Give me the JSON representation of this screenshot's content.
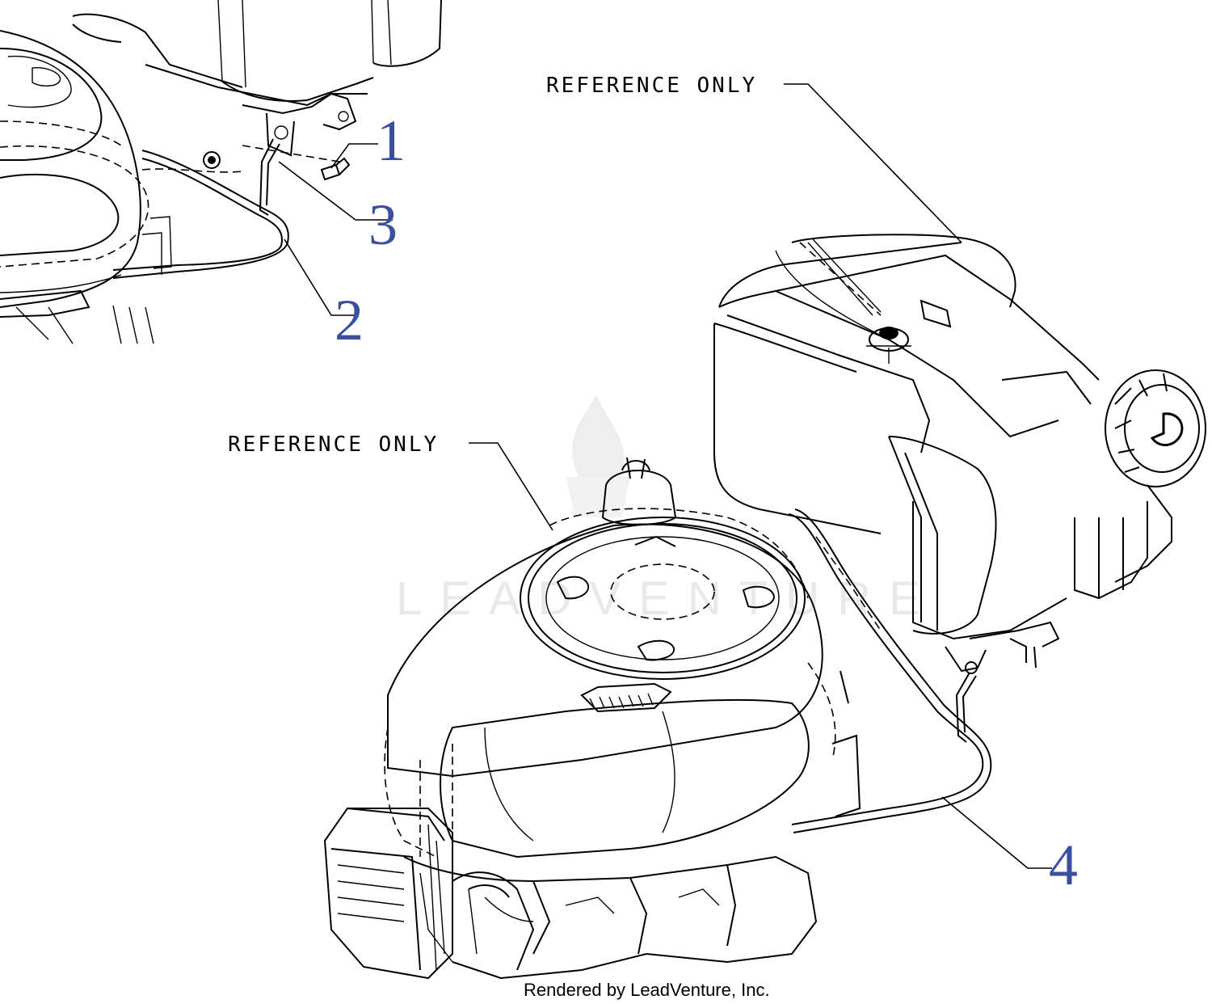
{
  "callouts": [
    {
      "id": "1",
      "label": "1"
    },
    {
      "id": "2",
      "label": "2"
    },
    {
      "id": "3",
      "label": "3"
    },
    {
      "id": "4",
      "label": "4"
    }
  ],
  "reference_labels": {
    "top": "REFERENCE ONLY",
    "middle": "REFERENCE ONLY"
  },
  "watermark": {
    "text": "LEADVENTURE",
    "icon": "flame-logo-icon"
  },
  "footer": {
    "credit": "Rendered by LeadVenture, Inc."
  },
  "colors": {
    "callout": "#3a4f9e",
    "line": "#000000",
    "watermark": "#e9e9e9"
  }
}
